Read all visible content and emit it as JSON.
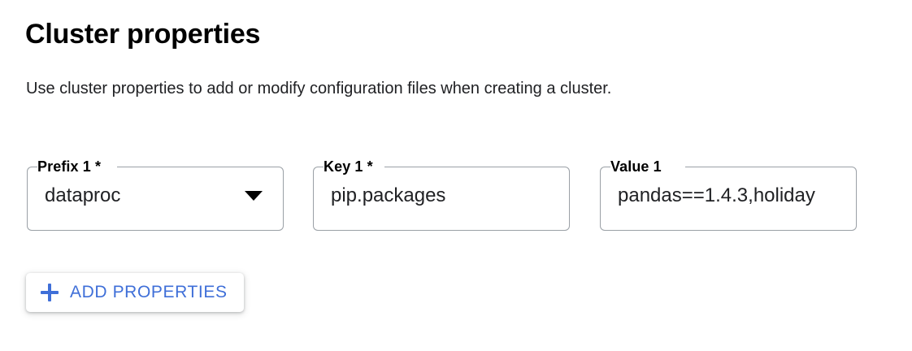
{
  "section": {
    "title": "Cluster properties",
    "description": "Use cluster properties to add or modify configuration files when creating a cluster."
  },
  "fields": [
    {
      "name": "prefix",
      "label": "Prefix 1 *",
      "value": "dataproc",
      "type": "select",
      "required": true,
      "icon": "chevron-down-icon"
    },
    {
      "name": "key",
      "label": "Key 1 *",
      "value": "pip.packages",
      "type": "text",
      "required": true
    },
    {
      "name": "value",
      "label": "Value 1",
      "value": "pandas==1.4.3,holiday",
      "type": "text",
      "required": false
    }
  ],
  "actions": {
    "add_properties_label": "ADD PROPERTIES",
    "add_properties_icon": "plus-icon"
  },
  "colors": {
    "accent": "#3f6fd8",
    "border": "#9aa0a6",
    "text": "#202124",
    "background": "#ffffff"
  }
}
